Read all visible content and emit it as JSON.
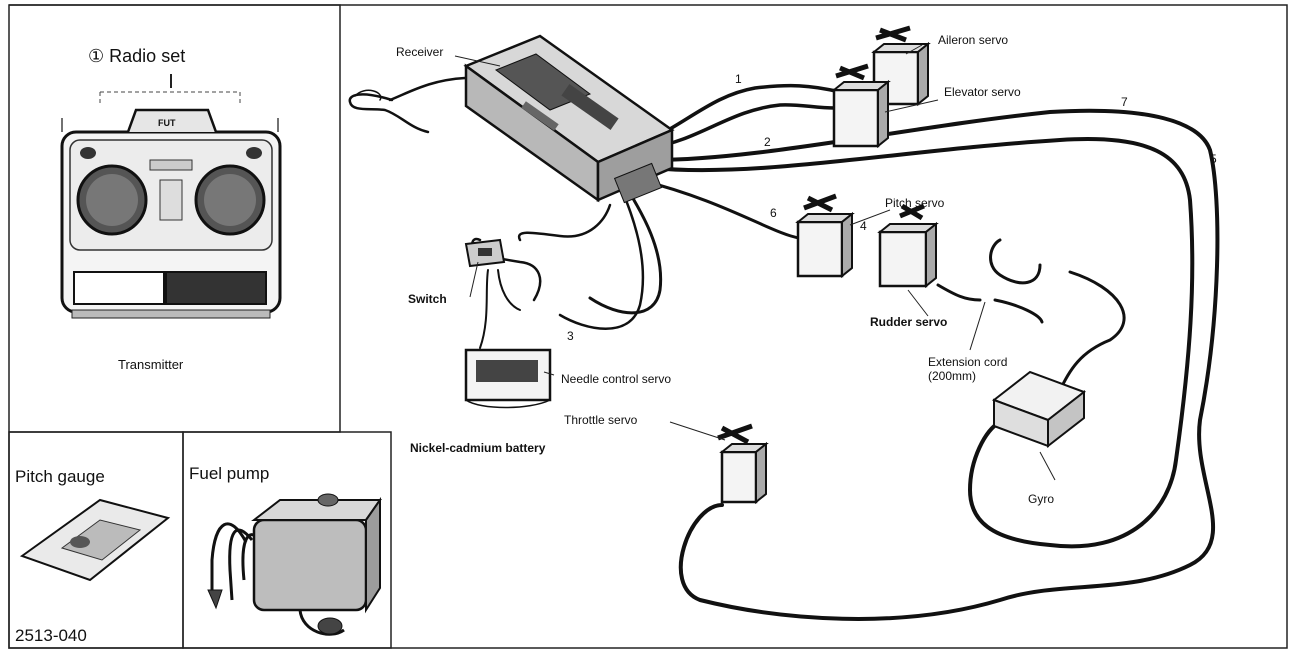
{
  "radio_set": {
    "number_mark": "①",
    "title": "Radio set",
    "transmitter_label": "Transmitter"
  },
  "accessories": {
    "pitch_gauge": "Pitch gauge",
    "fuel_pump": "Fuel pump",
    "part_number": "2513-040"
  },
  "components": {
    "receiver": "Receiver",
    "aileron_servo": "Aileron servo",
    "elevator_servo": "Elevator servo",
    "pitch_servo": "Pitch servo",
    "rudder_servo": "Rudder servo",
    "switch": "Switch",
    "needle_control_servo": "Needle control servo",
    "throttle_servo": "Throttle servo",
    "nicd_battery": "Nickel-cadmium battery",
    "extension_cord": "Extension cord (200mm)",
    "gyro": "Gyro"
  },
  "channel_marks": {
    "ch1": "1",
    "ch2": "2",
    "ch3": "3",
    "ch4": "4",
    "ch5": "5",
    "ch6": "6",
    "ch7": "7"
  }
}
